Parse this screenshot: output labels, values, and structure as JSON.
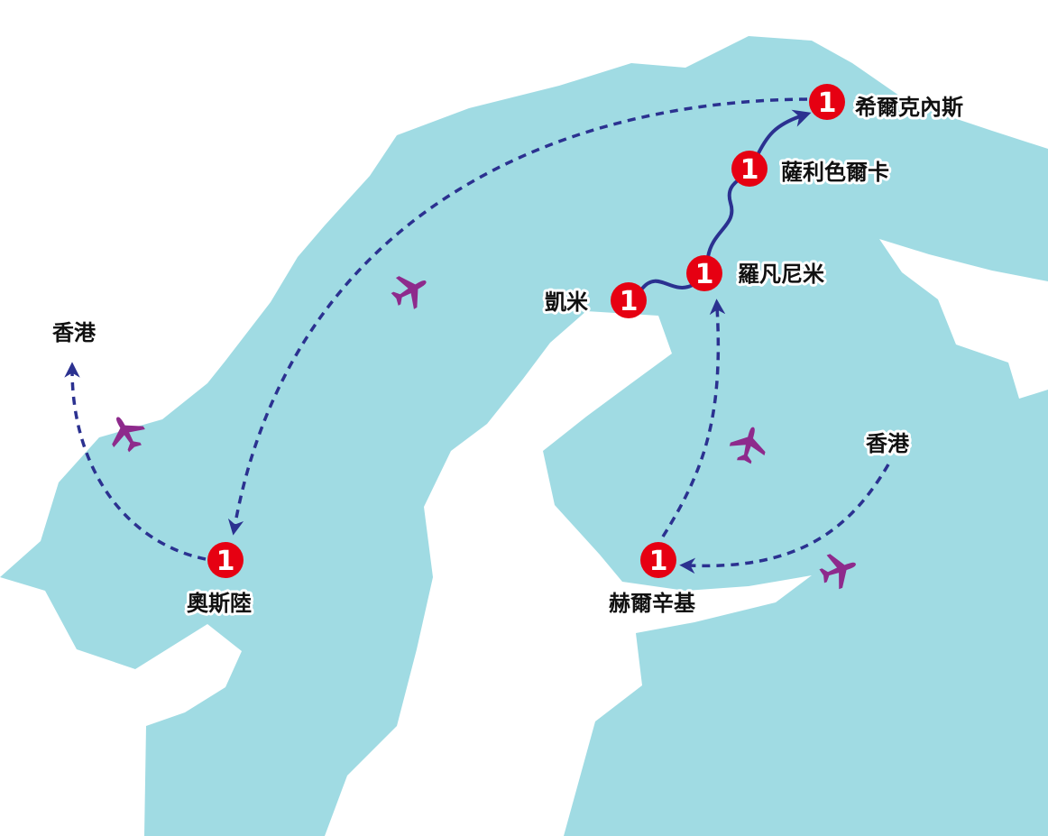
{
  "colors": {
    "land": "#a0dbe3",
    "sea": "#ffffff",
    "route": "#2b3190",
    "marker": "#e60012",
    "plane": "#8e2a8c"
  },
  "stops": [
    {
      "id": "kirkenes",
      "name": "希爾克內斯",
      "nights": "1"
    },
    {
      "id": "saariselka",
      "name": "薩利色爾卡",
      "nights": "1"
    },
    {
      "id": "rovaniemi",
      "name": "羅凡尼米",
      "nights": "1"
    },
    {
      "id": "kemi",
      "name": "凱米",
      "nights": "1"
    },
    {
      "id": "oslo",
      "name": "奧斯陸",
      "nights": "1"
    },
    {
      "id": "helsinki",
      "name": "赫爾辛基",
      "nights": "1"
    }
  ],
  "origins": {
    "left": "香港",
    "right": "香港"
  },
  "icons": {
    "plane": "plane-icon",
    "arrow": "arrowhead-icon"
  }
}
